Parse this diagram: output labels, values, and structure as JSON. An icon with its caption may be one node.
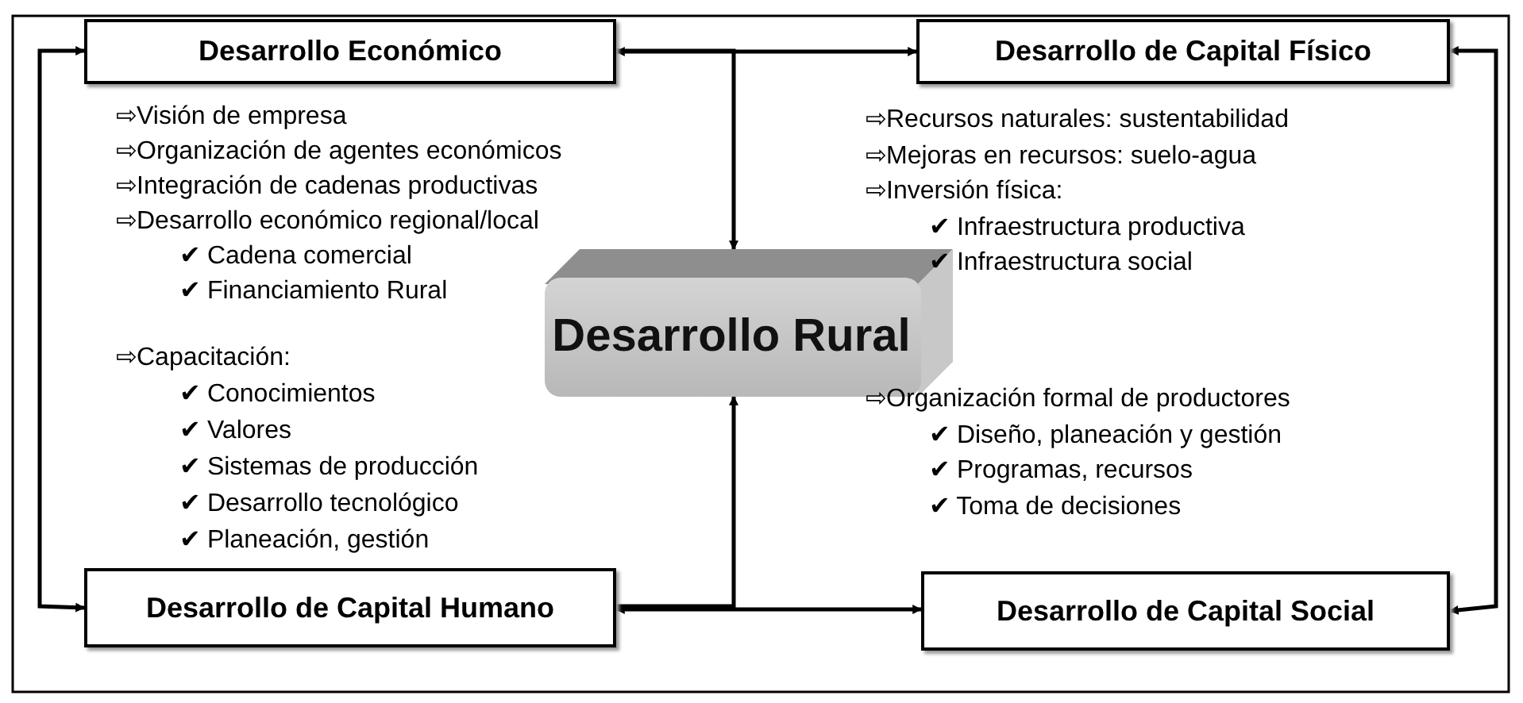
{
  "diagram": {
    "nodes": [
      {
        "text": [
          "Desarrollo Económico"
        ],
        "beside": [
          "⇨Visión de empresa",
          "⇨Organización de agentes económicos",
          "⇨Integración de cadenas productivas",
          "⇨Desarrollo económico regional/local",
          "✔ Cadena comercial",
          "✔ Financiamiento Rural"
        ]
      },
      {
        "text": [
          "Desarrollo de Capital Físico"
        ],
        "beside": [
          "⇨Recursos naturales: sustentabilidad",
          "⇨Mejoras en recursos: suelo-agua",
          "⇨Inversión física:",
          "✔ Infraestructura productiva",
          "✔ Infraestructura social"
        ]
      },
      {
        "text": [
          "Desarrollo de Capital Humano"
        ],
        "beside": [
          "⇨Capacitación:",
          "✔ Conocimientos",
          "✔ Valores",
          "✔ Sistemas de producción",
          "✔ Desarrollo tecnológico",
          "✔ Planeación, gestión"
        ]
      },
      {
        "text": [
          "Desarrollo de Capital Social"
        ],
        "beside": [
          "⇨Organización formal de productores",
          "✔ Diseño, planeación y gestión",
          "✔ Programas, recursos",
          "✔ Toma de decisiones"
        ]
      },
      {
        "text": [
          "Desarrollo Rural"
        ]
      }
    ],
    "edges": [
      {
        "from": 0,
        "to": 1,
        "arrow": "both"
      },
      {
        "from": 0,
        "to": 4,
        "arrow": "to"
      },
      {
        "from": 0,
        "to": 2,
        "arrow": "both"
      },
      {
        "from": 1,
        "to": 3,
        "arrow": "both"
      },
      {
        "from": 2,
        "to": 3,
        "arrow": "both"
      },
      {
        "from": 2,
        "to": 4,
        "arrow": "to"
      }
    ]
  }
}
